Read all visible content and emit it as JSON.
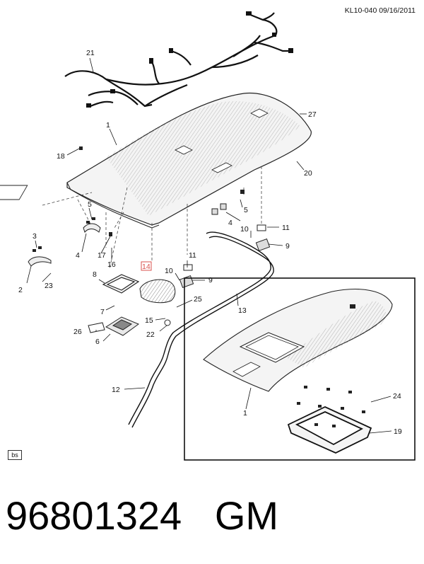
{
  "reference_code": "KL10-040 09/16/2011",
  "badge": "bs",
  "footer": {
    "part_number": "96801324",
    "brand": "GM"
  },
  "callouts": {
    "c1": "1",
    "c1b": "1",
    "c2": "2",
    "c3": "3",
    "c4a": "4",
    "c4b": "4",
    "c5a": "5",
    "c5b": "5",
    "c6": "6",
    "c7": "7",
    "c8": "8",
    "c9a": "9",
    "c9b": "9",
    "c10a": "10",
    "c10b": "10",
    "c11a": "11",
    "c11b": "11",
    "c12": "12",
    "c13": "13",
    "c14": "14",
    "c15": "15",
    "c16": "16",
    "c17": "17",
    "c18": "18",
    "c19": "19",
    "c20": "20",
    "c21": "21",
    "c22": "22",
    "c23": "23",
    "c24": "24",
    "c25": "25",
    "c26": "26",
    "c27": "27"
  },
  "highlight_color": "#d9534f"
}
